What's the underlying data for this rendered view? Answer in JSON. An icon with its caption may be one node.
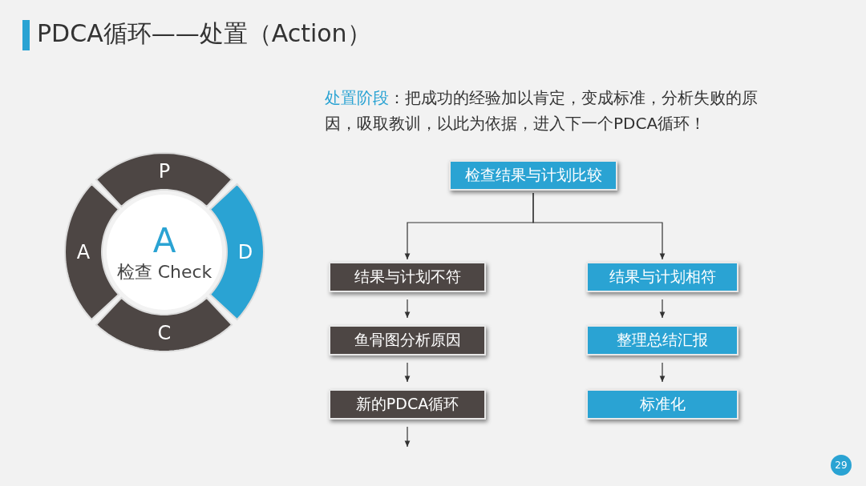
{
  "diagram": {
    "title": "PDCA循环——处置（Action）",
    "nodes": [
      {
        "text": [
          "P"
        ]
      },
      {
        "text": [
          "D"
        ]
      },
      {
        "text": [
          "C"
        ]
      },
      {
        "text": [
          "A"
        ]
      },
      {
        "text": [
          "A",
          "检查 Check"
        ]
      },
      {
        "text": [
          "检查结果与计划比较"
        ]
      },
      {
        "text": [
          "结果与计划不符"
        ]
      },
      {
        "text": [
          "结果与计划相符"
        ]
      },
      {
        "text": [
          "鱼骨图分析原因"
        ]
      },
      {
        "text": [
          "整理总结汇报"
        ]
      },
      {
        "text": [
          "新的PDCA循环"
        ]
      },
      {
        "text": [
          "标准化"
        ]
      }
    ],
    "edges": [
      {
        "from": 5,
        "to": 6,
        "arrow": "to"
      },
      {
        "from": 5,
        "to": 7,
        "arrow": "to"
      },
      {
        "from": 6,
        "to": 8,
        "arrow": "to"
      },
      {
        "from": 8,
        "to": 10,
        "arrow": "to"
      },
      {
        "from": 10,
        "to": null,
        "arrow": "to"
      },
      {
        "from": 7,
        "to": 9,
        "arrow": "to"
      },
      {
        "from": 9,
        "to": 11,
        "arrow": "to"
      }
    ],
    "labels": [
      "**处置阶段**：把成功的经验加以肯定，变成标准，分析失败的原因，吸取教训，以此为依据，进入下一个PDCA循环！",
      "29"
    ]
  }
}
